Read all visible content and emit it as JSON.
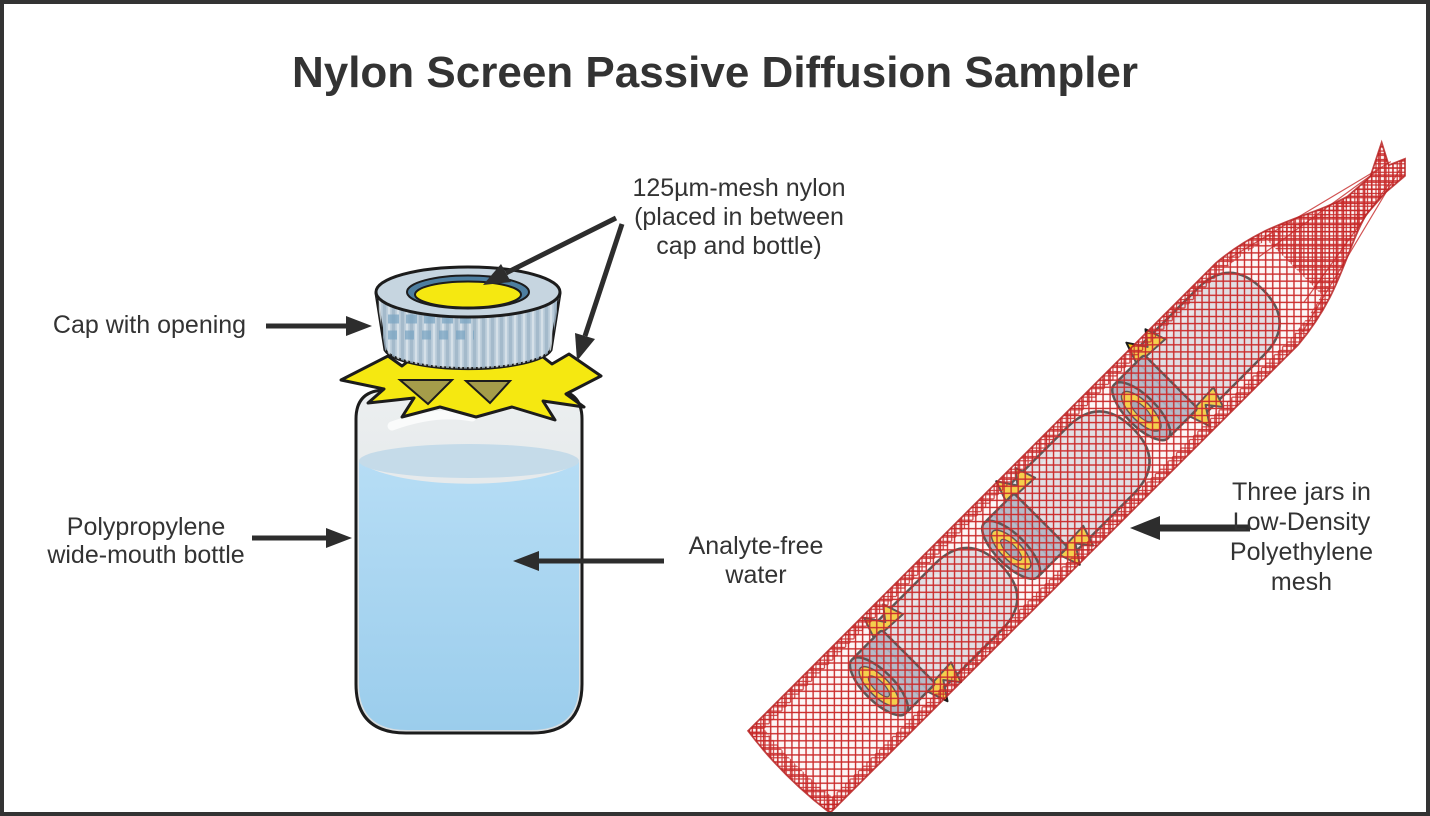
{
  "title": "Nylon Screen Passive Diffusion Sampler",
  "labels": {
    "mesh_nylon": {
      "lines": [
        "125µm-mesh nylon",
        "(placed in between",
        "cap and bottle)"
      ]
    },
    "cap": {
      "lines": [
        "Cap with opening"
      ]
    },
    "bottle": {
      "lines": [
        "Polypropylene",
        "wide-mouth bottle"
      ]
    },
    "water": {
      "lines": [
        "Analyte-free",
        "water"
      ]
    },
    "jars": {
      "lines": [
        "Three jars in",
        "Low-Density",
        "Polyethylene",
        "mesh"
      ]
    }
  },
  "colors": {
    "frame_border": "#333333",
    "text": "#333333",
    "arrow": "#2d2d2d",
    "outline": "#1c1c1c",
    "water": "#a9d6f2",
    "water_surface": "#c5dbe9",
    "bottle_body": "#e1e5e7",
    "cap_body": "#b7c9d7",
    "cap_rim_blue": "#4d7ea0",
    "nylon_mesh_yellow": "#f5e811",
    "jar_mesh_yellow": "#f2c90e",
    "ldpe_mesh_red": "#cb2b2b",
    "jar_body": "#d7dde4",
    "jar_cap": "#9aaabd"
  }
}
